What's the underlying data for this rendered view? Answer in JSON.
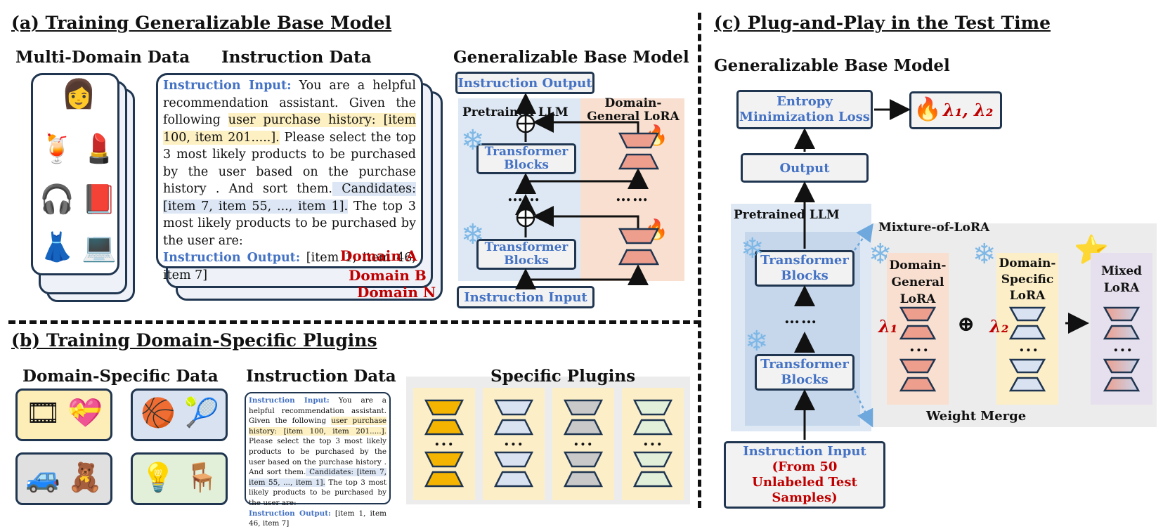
{
  "section_a": {
    "title": "(a) Training Generalizable Base Model",
    "multi_domain_data": "Multi-Domain Data",
    "instruction_data": "Instruction Data",
    "base_model_title": "Generalizable Base Model",
    "instruction_label_input": "Instruction Input:",
    "instruction_text_1": " You are a helpful recommendation assistant. Given the following ",
    "instruction_hl_history": "user purchase history: [item 100, item 201.....].",
    "instruction_text_2": " Please select the top 3 most likely products to be purchased by the user based on the purchase history . And sort them.",
    "instruction_hl_candidates": " Candidates: [item 7, item 55, ..., item 1].",
    "instruction_text_3": " The top 3 most likely products to be purchased by the user are:",
    "instruction_label_output": "Instruction Output:",
    "instruction_output_value": " [item 1, item 46, item 7]",
    "domain_a": "Domain A",
    "domain_b": "Domain B",
    "domain_n": "Domain N",
    "instruction_output_box": "Instruction Output",
    "pretrained_llm": "Pretrained LLM",
    "domain_general_lora": "Domain-General LoRA",
    "transformer_blocks": "Transformer Blocks",
    "dots": "……",
    "instruction_input_box": "Instruction Input"
  },
  "section_b": {
    "title": "(b) Training Domain-Specific Plugins",
    "domain_specific_data": "Domain-Specific Data",
    "instruction_data": "Instruction Data",
    "specific_plugins": "Specific Plugins",
    "plugin_dots": "...",
    "plugin_colors": [
      "#f5b400",
      "#d9e2f1",
      "#c9c9c9",
      "#e2efd9"
    ]
  },
  "section_c": {
    "title": "(c) Plug-and-Play in the Test Time",
    "base_model_title": "Generalizable Base Model",
    "entropy_loss": "Entropy Minimization Loss",
    "lambda_pair": "λ₁, λ₂",
    "output": "Output",
    "pretrained_llm": "Pretrained LLM",
    "mixture_of_lora": "Mixture-of-LoRA",
    "transformer_blocks": "Transformer Blocks",
    "dots": "……",
    "domain_general_lora": "Domain-General LoRA",
    "domain_specific_lora": "Domain-Specific LoRA",
    "mixed_lora": "Mixed LoRA",
    "lambda_1": "λ₁",
    "lambda_2": "λ₂",
    "oplus": "⊕",
    "lora_dots": "...",
    "weight_merge": "Weight Merge",
    "instruction_input": "Instruction Input",
    "unlabeled_note": "(From 50 Unlabeled Test Samples)"
  },
  "colors": {
    "accent_blue": "#4472c4",
    "accent_red": "#c00000",
    "box_border": "#1f3550",
    "llm_panel": "#dde8f4",
    "lora_panel": "#f8dfd0",
    "lora_salmon": "#ee9e8c",
    "specific_panel": "#fcefc8"
  }
}
